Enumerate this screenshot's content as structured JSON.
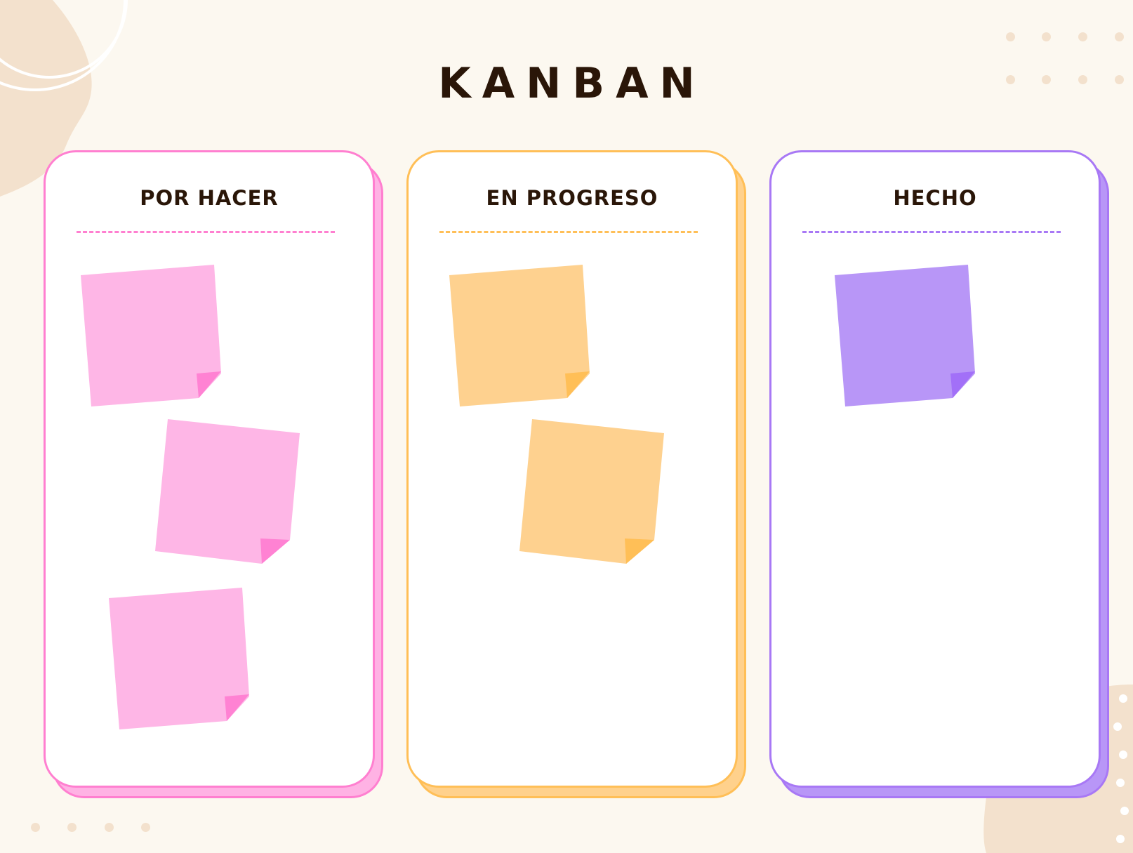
{
  "board": {
    "title": "KANBAN",
    "background_color": "#fcf8f0",
    "decoration_color": "#f3e1cd"
  },
  "columns": [
    {
      "id": "todo",
      "title": "POR HACER",
      "border_color": "#ff7fd0",
      "shadow_color": "#ffb2e4",
      "note_color": "#feb6e6",
      "fold_color": "#ff82d3",
      "note_count": 3
    },
    {
      "id": "in-progress",
      "title": "EN PROGRESO",
      "border_color": "#ffbf57",
      "shadow_color": "#ffd18c",
      "note_color": "#fed18f",
      "fold_color": "#ffbf57",
      "note_count": 2
    },
    {
      "id": "done",
      "title": "HECHO",
      "border_color": "#a878f5",
      "shadow_color": "#b896f7",
      "note_color": "#b896f7",
      "fold_color": "#a270f8",
      "note_count": 1
    }
  ]
}
